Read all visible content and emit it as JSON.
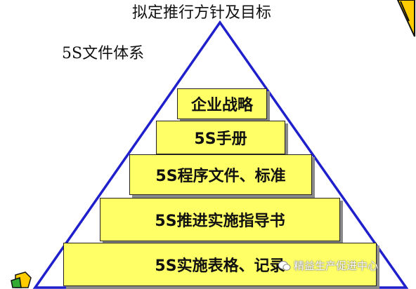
{
  "title": "拟定推行方针及目标",
  "subtitle": "5S文件体系",
  "pyramid": {
    "outline_color": "#1f1fcc",
    "tier_color": "#ffff66",
    "tiers": [
      {
        "label": "企业战略"
      },
      {
        "label": "5S手册"
      },
      {
        "label": "5S程序文件、标准"
      },
      {
        "label": "5S推进实施指导书"
      },
      {
        "label": "5S实施表格、记录"
      }
    ]
  },
  "watermark": {
    "text": "精益生产促进中心",
    "icon": "wechat-icon"
  }
}
